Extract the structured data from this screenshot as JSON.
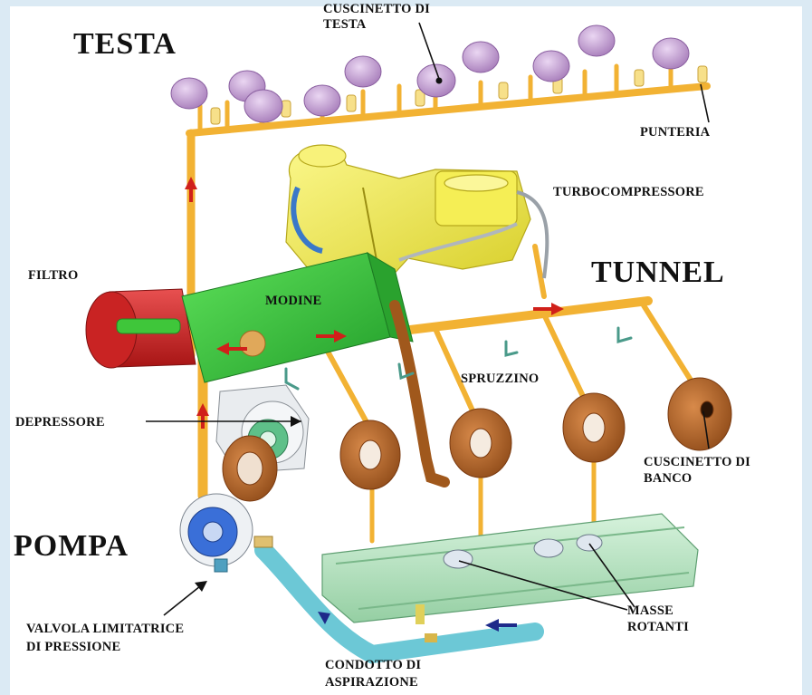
{
  "labels": {
    "testa": "TESTA",
    "cuscinetto_testa_1": "CUSCINETTO DI",
    "cuscinetto_testa_2": "TESTA",
    "punteria": "PUNTERIA",
    "turbocompressore": "TURBOCOMPRESSORE",
    "tunnel": "TUNNEL",
    "filtro": "FILTRO",
    "modine": "MODINE",
    "spruzzino": "SPRUZZINO",
    "depressore": "DEPRESSORE",
    "cuscinetto_banco_1": "CUSCINETTO DI",
    "cuscinetto_banco_2": "BANCO",
    "pompa": "POMPA",
    "masse_rotanti_1": "MASSE",
    "masse_rotanti_2": "ROTANTI",
    "valvola_1": "VALVOLA LIMITATRICE",
    "valvola_2": "DI PRESSIONE",
    "condotto_1": "CONDOTTO DI",
    "condotto_2": "ASPIRAZIONE"
  },
  "colors": {
    "oil_line": "#f2b233",
    "head_bearing": "#c9a3d6",
    "turbo": "#f3ec4a",
    "filter": "#d8282a",
    "cooler": "#3fc63a",
    "main_bearing": "#b9652a",
    "pump": "#3a6fd8",
    "intake_pipe": "#6cc8d6",
    "balance_shaft": "#b9e3c4",
    "flow_arrow": "#d0201a"
  }
}
